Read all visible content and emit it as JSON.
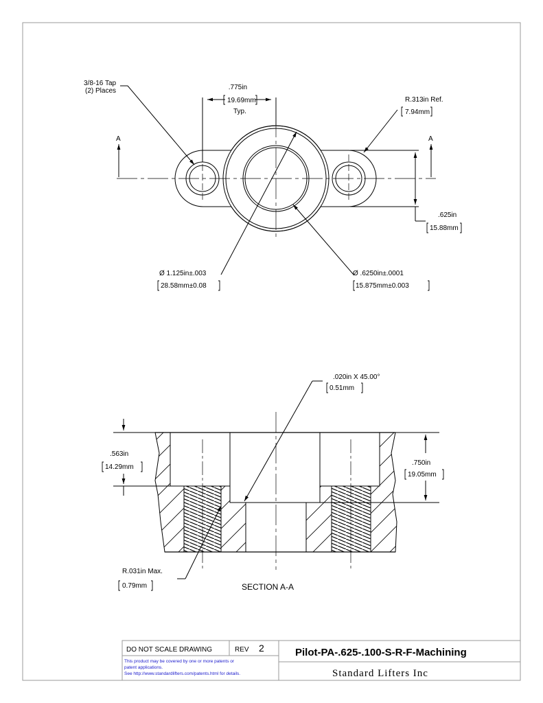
{
  "top_view": {
    "tap_label": [
      "3/8-16 Tap",
      "(2) Places"
    ],
    "spacing": [
      " .775in",
      "19.69mm",
      "Typ."
    ],
    "radius": [
      "R.313in  Ref.",
      "7.94mm"
    ],
    "height": [
      ".625in",
      "15.88mm"
    ],
    "outer_dia": [
      "Ø 1.125in±.003",
      "28.58mm±0.08"
    ],
    "bore_dia": [
      "Ø .6250in±.0001",
      "15.875mm±0.003"
    ],
    "section_marker": "A"
  },
  "section_view": {
    "chamfer": [
      ".020in   X 45.00°",
      "0.51mm"
    ],
    "depth": [
      ".563in",
      "14.29mm"
    ],
    "thickness": [
      ".750in",
      "19.05mm"
    ],
    "fillet": [
      "R.031in   Max.",
      "0.79mm"
    ],
    "caption": "SECTION A-A"
  },
  "title_block": {
    "do_not_scale": "DO NOT SCALE DRAWING",
    "rev_label": "REV",
    "rev_value": "2",
    "part_name": "Pilot-PA-.625-.100-S-R-F-Machining",
    "patent_note": [
      "This product may be covered by one or more patents or",
      "patent applications.",
      "See http://www.standardlifters.com/patents.html for details."
    ],
    "company": "Standard Lifters Inc"
  }
}
